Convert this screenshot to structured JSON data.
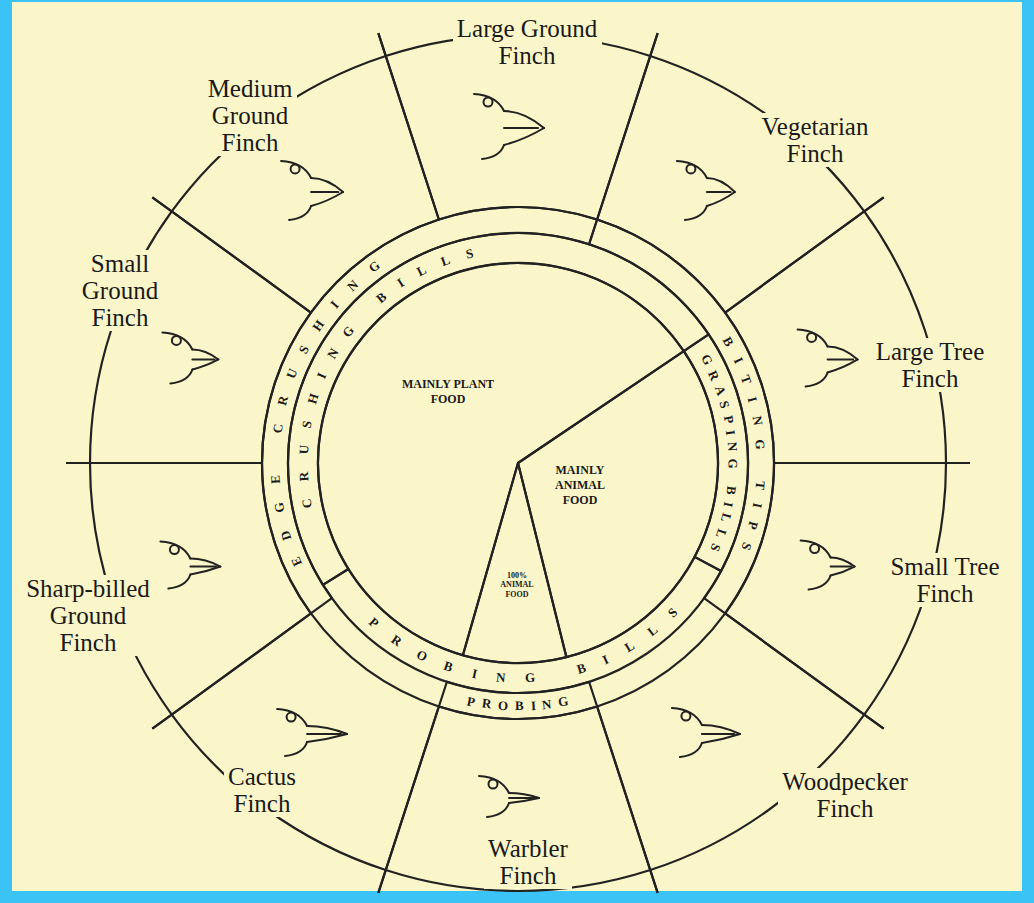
{
  "diagram": {
    "nodes": [
      {
        "text": [
          "Large Ground Finch"
        ]
      },
      {
        "text": [
          "Vegetarian Finch"
        ]
      },
      {
        "text": [
          "Large Tree Finch"
        ]
      },
      {
        "text": [
          "Small Tree Finch"
        ]
      },
      {
        "text": [
          "Woodpecker Finch"
        ]
      },
      {
        "text": [
          "Warbler Finch"
        ]
      },
      {
        "text": [
          "Cactus Finch"
        ]
      },
      {
        "text": [
          "Sharp-billed Ground Finch"
        ]
      },
      {
        "text": [
          "Small Ground Finch"
        ]
      },
      {
        "text": [
          "Medium Ground Finch"
        ]
      },
      {
        "text": [
          "EDGE CRUSHING"
        ]
      },
      {
        "text": [
          "BITING TIPS"
        ]
      },
      {
        "text": [
          "PROBING"
        ]
      },
      {
        "text": [
          "CRUSHING BILLS"
        ]
      },
      {
        "text": [
          "GRASPING BILLS"
        ]
      },
      {
        "text": [
          "PROBING BILLS"
        ]
      },
      {
        "text": [
          "MAINLY PLANT FOOD"
        ]
      },
      {
        "text": [
          "MAINLY ANIMAL FOOD"
        ]
      },
      {
        "text": [
          "100% ANIMAL FOOD"
        ]
      }
    ]
  }
}
